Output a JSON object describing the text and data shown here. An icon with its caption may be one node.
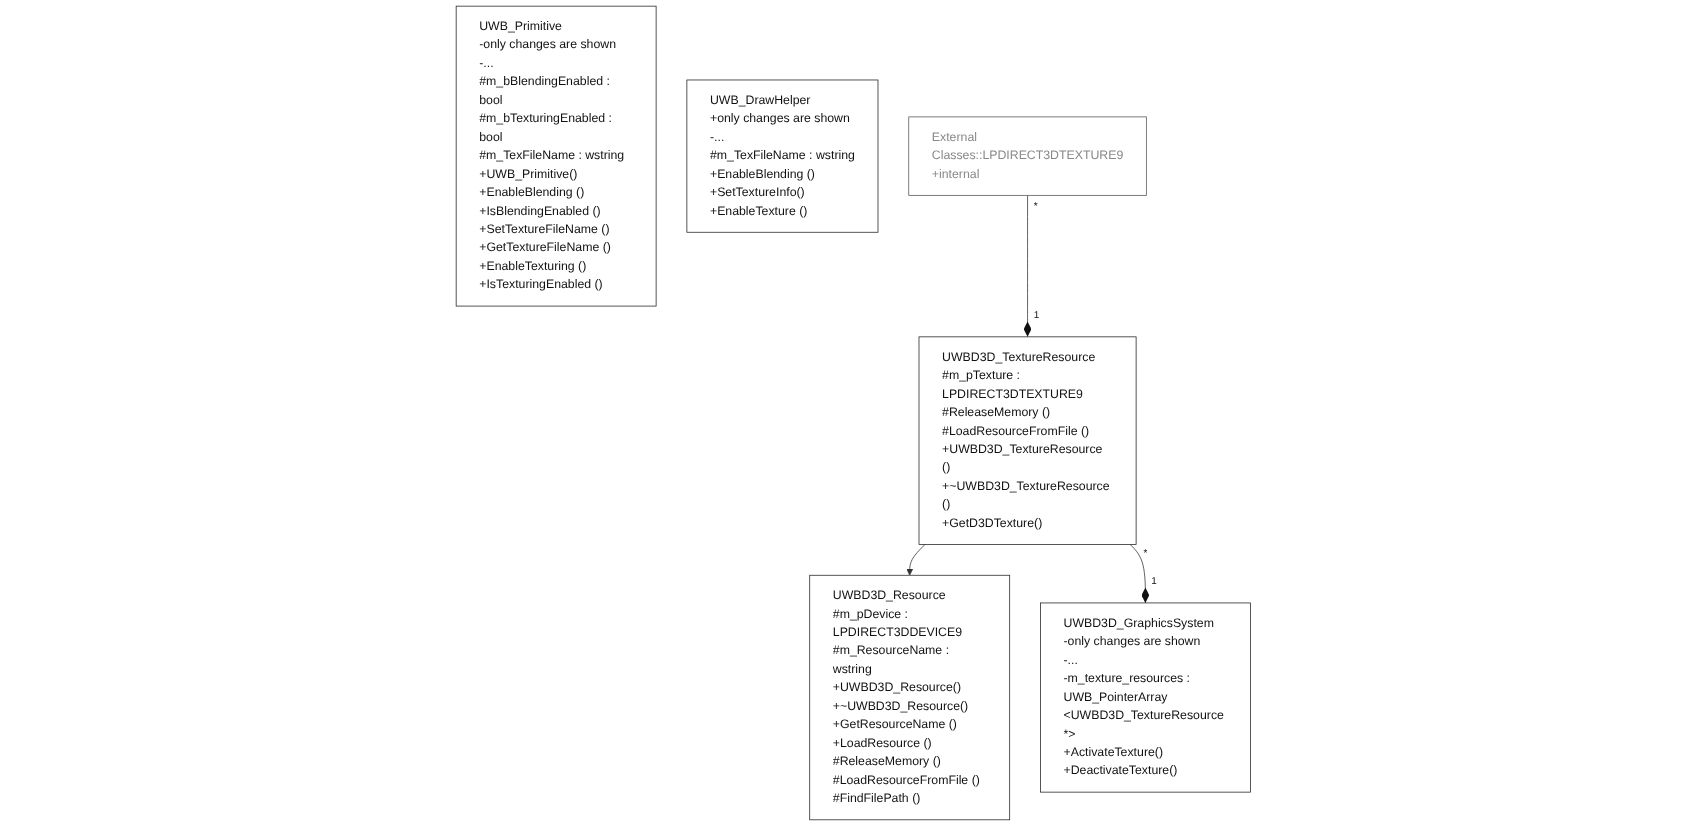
{
  "diagram": {
    "nodes": [
      {
        "text": [
          "UWB_Primitive",
          "-only changes are shown",
          "-...",
          "#m_bBlendingEnabled : bool",
          "#m_bTexturingEnabled : bool",
          "#m_TexFileName : wstring",
          "+UWB_Primitive()",
          "+EnableBlending ()",
          "+IsBlendingEnabled ()",
          "+SetTextureFileName ()",
          "+GetTextureFileName ()",
          "+EnableTexturing ()",
          "+IsTexturingEnabled ()"
        ]
      },
      {
        "text": [
          "UWB_DrawHelper",
          "+only changes are shown",
          "-...",
          "#m_TexFileName : wstring",
          "+EnableBlending ()",
          "+SetTextureInfo()",
          "+EnableTexture ()"
        ]
      },
      {
        "text": [
          "UWBD3D_Resource",
          "#m_pDevice : LPDIRECT3DDEVICE9",
          "#m_ResourceName : wstring",
          "+UWBD3D_Resource()",
          "+~UWBD3D_Resource()",
          "+GetResourceName ()",
          "+LoadResource ()",
          "#ReleaseMemory ()",
          "#LoadResourceFromFile ()",
          "#FindFilePath ()"
        ]
      },
      {
        "text": [
          "External Classes::LPDIRECT3DTEXTURE9",
          "+internal"
        ]
      },
      {
        "text": [
          "UWBD3D_TextureResource",
          "#m_pTexture : LPDIRECT3DTEXTURE9",
          "#ReleaseMemory ()",
          "#LoadResourceFromFile ()",
          "+UWBD3D_TextureResource ()",
          "+~UWBD3D_TextureResource ()",
          "+GetD3DTexture()"
        ]
      },
      {
        "text": [
          "UWBD3D_GraphicsSystem",
          "-only changes are shown",
          "-...",
          "-m_texture_resources : UWB_PointerArray <UWBD3D_TextureResource *>",
          "+ActivateTexture()",
          "+DeactivateTexture()"
        ]
      }
    ],
    "edges": [
      {
        "from": 4,
        "to": 2,
        "arrow": "to"
      },
      {
        "from": 3,
        "to": 4,
        "arrow": "other"
      },
      {
        "from": 4,
        "to": 5,
        "arrow": "other"
      }
    ],
    "labels": [
      "*",
      "1",
      "1",
      "*"
    ]
  }
}
